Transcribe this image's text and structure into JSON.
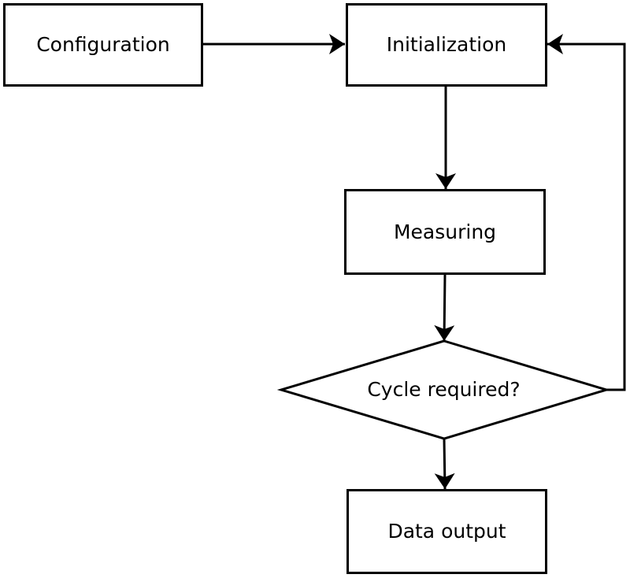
{
  "diagram": {
    "type": "flowchart",
    "nodes": [
      {
        "id": "configuration",
        "label": "Configuration",
        "shape": "rectangle"
      },
      {
        "id": "initialization",
        "label": "Initialization",
        "shape": "rectangle"
      },
      {
        "id": "measuring",
        "label": "Measuring",
        "shape": "rectangle"
      },
      {
        "id": "cycle_required",
        "label": "Cycle required?",
        "shape": "diamond"
      },
      {
        "id": "data_output",
        "label": "Data output",
        "shape": "rectangle"
      }
    ],
    "edges": [
      {
        "from": "configuration",
        "to": "initialization",
        "style": "arrow"
      },
      {
        "from": "initialization",
        "to": "measuring",
        "style": "arrow"
      },
      {
        "from": "measuring",
        "to": "cycle_required",
        "style": "arrow"
      },
      {
        "from": "cycle_required",
        "to": "data_output",
        "style": "arrow"
      },
      {
        "from": "cycle_required",
        "to": "initialization",
        "style": "arrow",
        "kind": "feedback-loop"
      }
    ],
    "colors": {
      "background": "#ffffff",
      "node_fill": "#ffffff",
      "node_border": "#000000",
      "line": "#000000",
      "text": "#000000"
    }
  }
}
